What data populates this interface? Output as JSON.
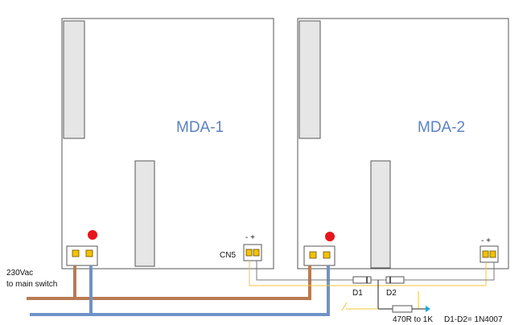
{
  "boards": [
    {
      "label": "MDA-1",
      "cn_label": "CN5",
      "polarity": "- +"
    },
    {
      "label": "MDA-2",
      "polarity": "- +"
    }
  ],
  "mains": {
    "label_line1": "230Vac",
    "label_line2": "to main switch"
  },
  "components": {
    "d1": "D1",
    "d2": "D2",
    "resistor": "470R to 1K",
    "diodes_note": "D1-D2= 1N4007"
  },
  "colors": {
    "brown_wire": "#b87b52",
    "blue_wire": "#6f93c8",
    "yellow_wire": "#f0c63a",
    "label_blue": "#5b82c2",
    "led_red": "#e8141b",
    "pin_yellow": "#f2c200"
  }
}
